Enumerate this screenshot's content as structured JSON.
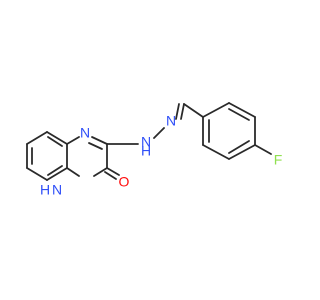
{
  "atoms": {
    "n_ring_top": "N",
    "n_hydrazone_inner": "N",
    "h_hydrazone": "H",
    "n_hydrazone_outer": "N",
    "nh_ring": "H",
    "n_ring_bottom": "N",
    "o_carbonyl": "O",
    "f_substituent": "F"
  },
  "colors": {
    "bond": "#2a2a2a",
    "nitrogen": "#3050f8",
    "oxygen": "#ff0d0d",
    "fluorine": "#90e050",
    "background": "#ffffff"
  }
}
